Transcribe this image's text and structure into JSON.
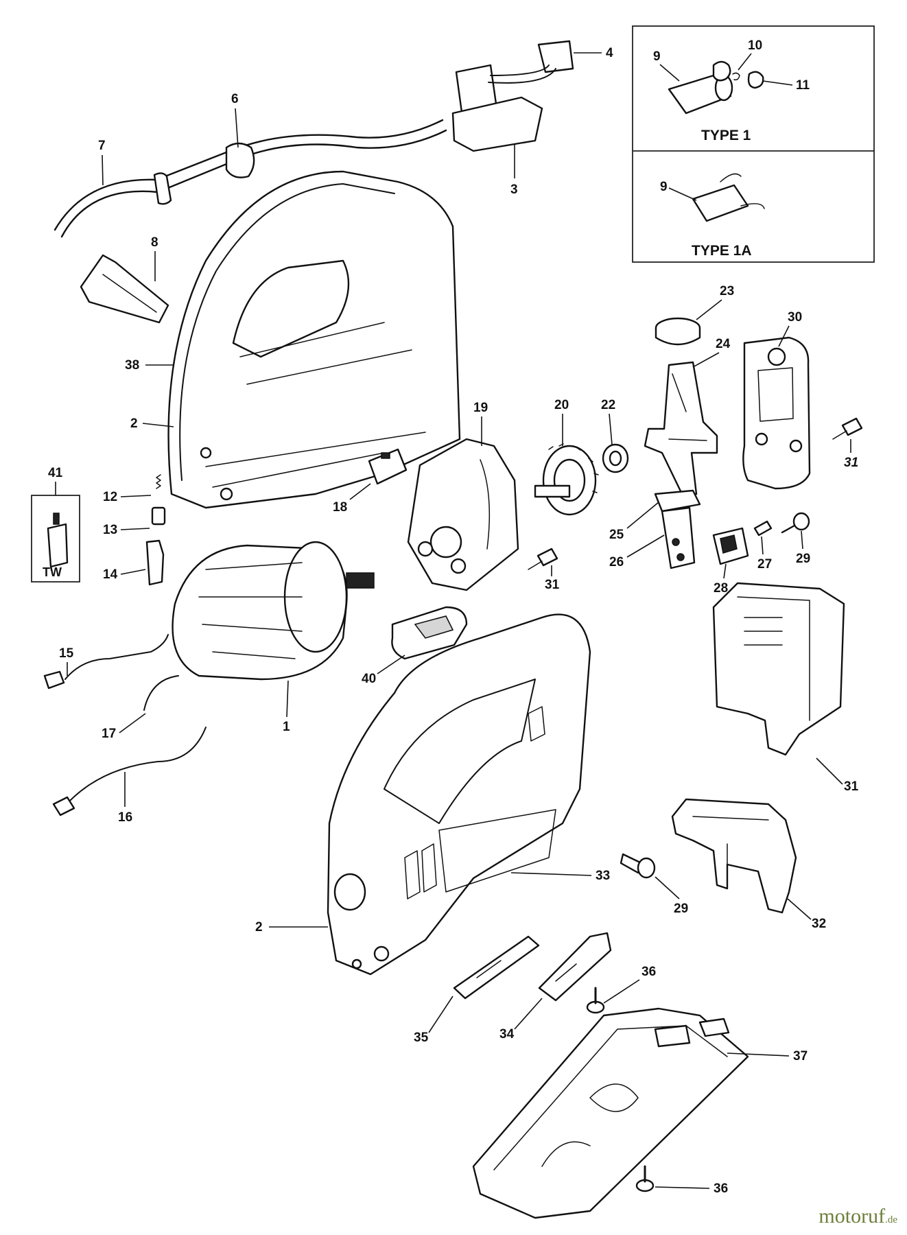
{
  "watermark": {
    "text": "motoruf",
    "tld": ".de"
  },
  "variants": [
    {
      "title": "TYPE 1",
      "labels": [
        "9",
        "10",
        "11"
      ]
    },
    {
      "title": "TYPE 1A",
      "labels": [
        "9"
      ]
    }
  ],
  "tw_box": {
    "number": "41",
    "label": "TW"
  },
  "part_labels": {
    "p1": "1",
    "p2a": "2",
    "p2b": "2",
    "p3": "3",
    "p4": "4",
    "p6": "6",
    "p7": "7",
    "p8": "8",
    "p12": "12",
    "p13": "13",
    "p14": "14",
    "p15": "15",
    "p16": "16",
    "p17": "17",
    "p18": "18",
    "p19": "19",
    "p20": "20",
    "p22": "22",
    "p23": "23",
    "p24": "24",
    "p25": "25",
    "p26": "26",
    "p27": "27",
    "p28": "28",
    "p29a": "29",
    "p29b": "29",
    "p30": "30",
    "p31a": "31",
    "p31b": "31",
    "p31c": "31",
    "p32": "32",
    "p33": "33",
    "p34": "34",
    "p35": "35",
    "p36a": "36",
    "p36b": "36",
    "p37": "37",
    "p38": "38",
    "p40": "40"
  }
}
